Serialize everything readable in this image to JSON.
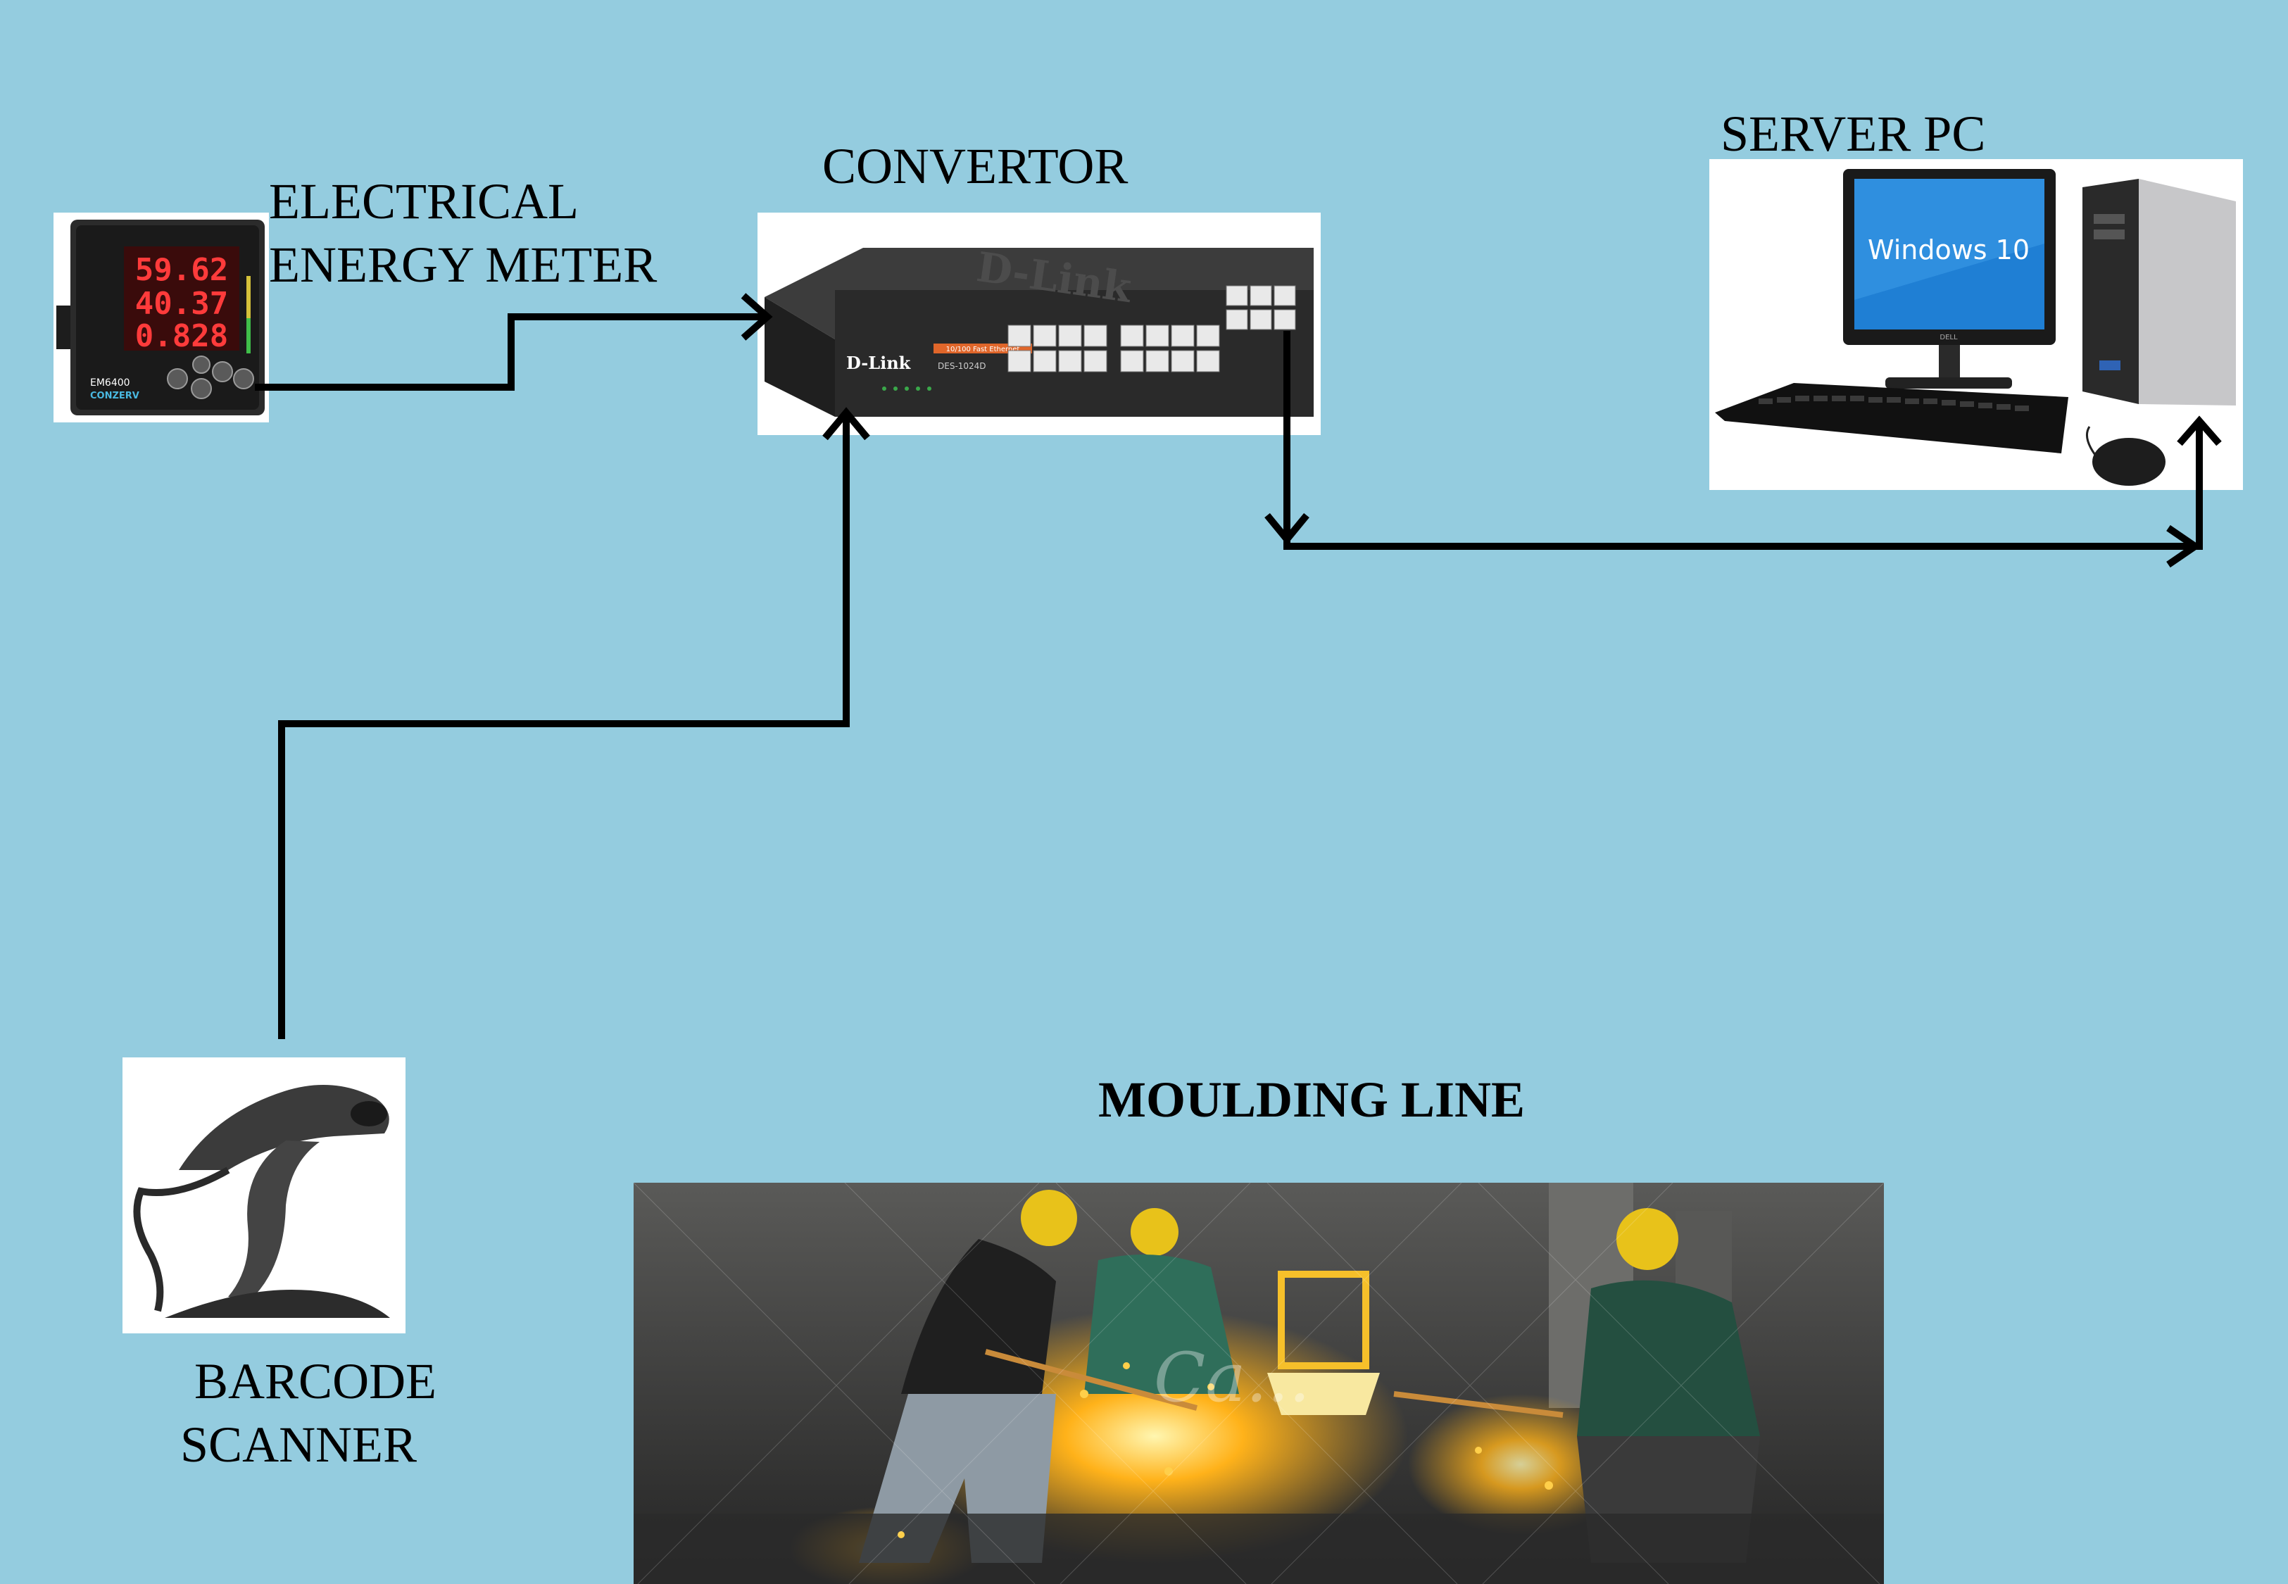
{
  "labels": {
    "meter_line1": "ELECTRICAL",
    "meter_line2": "ENERGY METER",
    "convertor": "CONVERTOR",
    "server": "SERVER PC",
    "scanner_line1": "BARCODE",
    "scanner_line2": "SCANNER",
    "moulding": "MOULDING LINE"
  },
  "devices": {
    "meter_readings": [
      "59.62",
      "40.37",
      "0.828"
    ],
    "meter_model": "EM6400",
    "meter_brand": "CONZERV",
    "switch_brand": "D-Link",
    "switch_model": "DES-1024D",
    "switch_badge": "10/100 Fast Ethernet",
    "monitor_os": "Windows 10",
    "monitor_brand": "DELL",
    "watermark": "Ca..."
  },
  "colors": {
    "background": "#94ccdf",
    "line": "#000000",
    "meter_digits": "#ff3b3b",
    "switch_body": "#2a2a2a"
  }
}
